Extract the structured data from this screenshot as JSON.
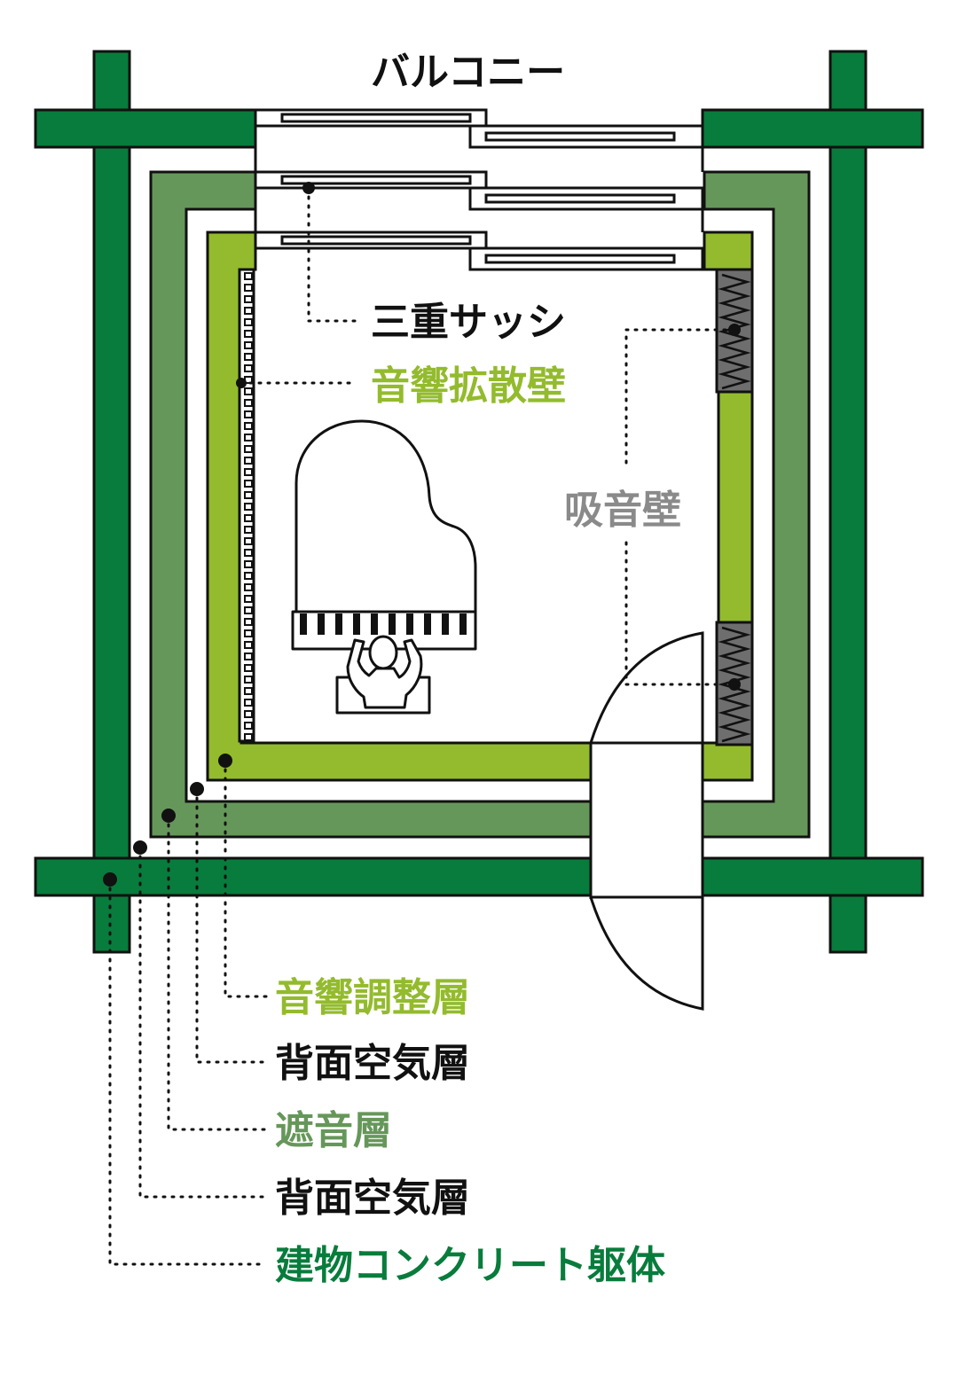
{
  "colors": {
    "concrete": "#087c3c",
    "sound_insulation": "#66975a",
    "acoustic_adjust": "#93bb2d",
    "diffusion_label": "#93bb2d",
    "absorption_label": "#8a8a8a",
    "absorber_fill": "#6e6e6e",
    "outline": "#111111",
    "black_label": "#111111"
  },
  "labels": {
    "balcony": "バルコニー",
    "triple_sash": "三重サッシ",
    "diffusion_wall": "音響拡散壁",
    "absorption_wall": "吸音壁",
    "acoustic_adjust_layer": "音響調整層",
    "back_air_layer_inner": "背面空気層",
    "sound_insulation_layer": "遮音層",
    "back_air_layer_outer": "背面空気層",
    "building_concrete": "建物コンクリート躯体"
  }
}
